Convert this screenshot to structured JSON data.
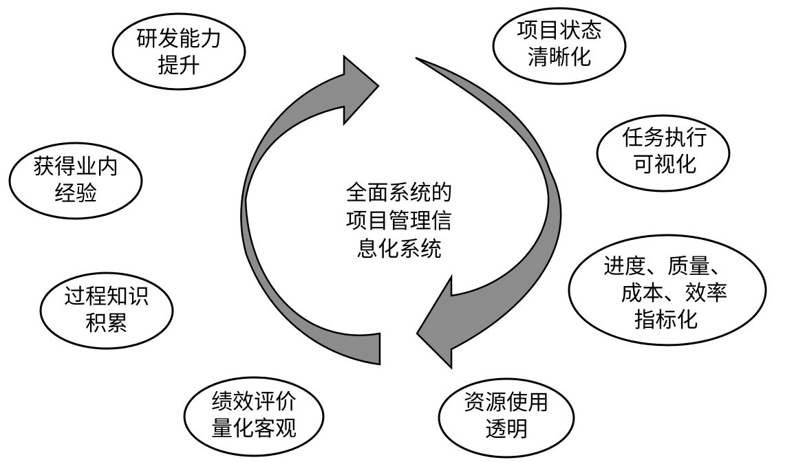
{
  "center": {
    "lines": [
      "全面系统的",
      "项目管理信",
      "息化系统"
    ]
  },
  "nodes": [
    {
      "id": "rd-capability",
      "lines": [
        "研发能力",
        "提升"
      ]
    },
    {
      "id": "project-status",
      "lines": [
        "项目状态",
        "清晰化"
      ]
    },
    {
      "id": "task-execution",
      "lines": [
        "任务执行",
        "可视化"
      ]
    },
    {
      "id": "industry-experience",
      "lines": [
        "获得业内",
        "经验"
      ]
    },
    {
      "id": "progress-metrics",
      "lines": [
        "进度、质量、",
        "成本、效率",
        "指标化"
      ]
    },
    {
      "id": "process-knowledge",
      "lines": [
        "过程知识",
        "积累"
      ]
    },
    {
      "id": "performance-evaluation",
      "lines": [
        "绩效评价",
        "量化客观"
      ]
    },
    {
      "id": "resource-usage",
      "lines": [
        "资源使用",
        "透明"
      ]
    }
  ],
  "colors": {
    "arrow_fill": "#8c8c8c",
    "outline": "#000000",
    "background": "#ffffff"
  }
}
